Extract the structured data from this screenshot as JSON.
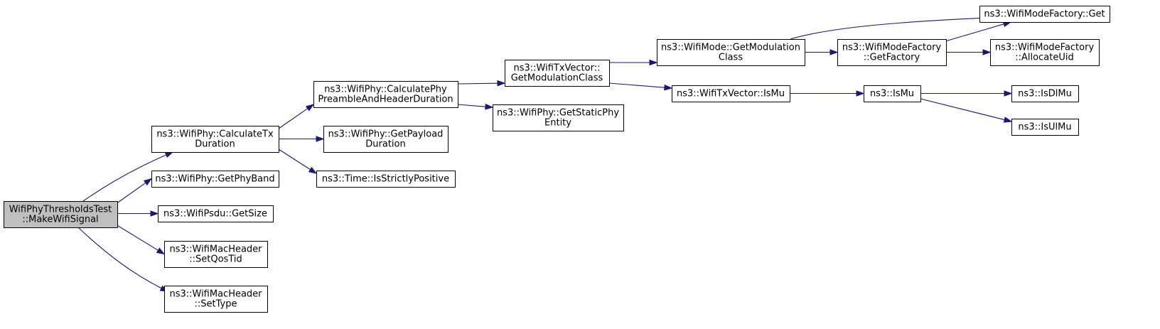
{
  "diagram": {
    "colors": {
      "edge": "#191970",
      "root_fill": "#bfbfbf",
      "node_fill": "#ffffff",
      "border": "#000000"
    },
    "nodes": [
      {
        "id": "root",
        "lines": [
          "WifiPhyThresholdsTest",
          "::MakeWifiSignal"
        ],
        "root": true
      },
      {
        "id": "calcTx",
        "lines": [
          "ns3::WifiPhy::CalculateTx",
          "Duration"
        ]
      },
      {
        "id": "getPhyBand",
        "lines": [
          "ns3::WifiPhy::GetPhyBand"
        ]
      },
      {
        "id": "psduGetSize",
        "lines": [
          "ns3::WifiPsdu::GetSize"
        ]
      },
      {
        "id": "setQosTid",
        "lines": [
          "ns3::WifiMacHeader",
          "::SetQosTid"
        ]
      },
      {
        "id": "setType",
        "lines": [
          "ns3::WifiMacHeader",
          "::SetType"
        ]
      },
      {
        "id": "calcPreamble",
        "lines": [
          "ns3::WifiPhy::CalculatePhy",
          "PreambleAndHeaderDuration"
        ]
      },
      {
        "id": "getPayload",
        "lines": [
          "ns3::WifiPhy::GetPayload",
          "Duration"
        ]
      },
      {
        "id": "strictlyPos",
        "lines": [
          "ns3::Time::IsStrictlyPositive"
        ]
      },
      {
        "id": "txModClass",
        "lines": [
          "ns3::WifiTxVector::",
          "GetModulationClass"
        ]
      },
      {
        "id": "staticPhy",
        "lines": [
          "ns3::WifiPhy::GetStaticPhy",
          "Entity"
        ]
      },
      {
        "id": "modeModClass",
        "lines": [
          "ns3::WifiMode::GetModulation",
          "Class"
        ]
      },
      {
        "id": "isMuTx",
        "lines": [
          "ns3::WifiTxVector::IsMu"
        ]
      },
      {
        "id": "getFactory",
        "lines": [
          "ns3::WifiModeFactory",
          "::GetFactory"
        ]
      },
      {
        "id": "factoryGet",
        "lines": [
          "ns3::WifiModeFactory::Get"
        ]
      },
      {
        "id": "allocUid",
        "lines": [
          "ns3::WifiModeFactory",
          "::AllocateUid"
        ]
      },
      {
        "id": "isMu",
        "lines": [
          "ns3::IsMu"
        ]
      },
      {
        "id": "isDlMu",
        "lines": [
          "ns3::IsDlMu"
        ]
      },
      {
        "id": "isUlMu",
        "lines": [
          "ns3::IsUlMu"
        ]
      }
    ],
    "edges": [
      {
        "from": "root",
        "to": "calcTx"
      },
      {
        "from": "root",
        "to": "getPhyBand"
      },
      {
        "from": "root",
        "to": "psduGetSize"
      },
      {
        "from": "root",
        "to": "setQosTid"
      },
      {
        "from": "root",
        "to": "setType"
      },
      {
        "from": "calcTx",
        "to": "calcPreamble"
      },
      {
        "from": "calcTx",
        "to": "getPayload"
      },
      {
        "from": "calcTx",
        "to": "strictlyPos"
      },
      {
        "from": "calcPreamble",
        "to": "txModClass"
      },
      {
        "from": "calcPreamble",
        "to": "staticPhy"
      },
      {
        "from": "txModClass",
        "to": "modeModClass"
      },
      {
        "from": "txModClass",
        "to": "isMuTx"
      },
      {
        "from": "modeModClass",
        "to": "getFactory"
      },
      {
        "from": "modeModClass",
        "to": "factoryGet"
      },
      {
        "from": "getFactory",
        "to": "factoryGet"
      },
      {
        "from": "getFactory",
        "to": "allocUid"
      },
      {
        "from": "isMuTx",
        "to": "isMu"
      },
      {
        "from": "isMu",
        "to": "isDlMu"
      },
      {
        "from": "isMu",
        "to": "isUlMu"
      }
    ]
  }
}
